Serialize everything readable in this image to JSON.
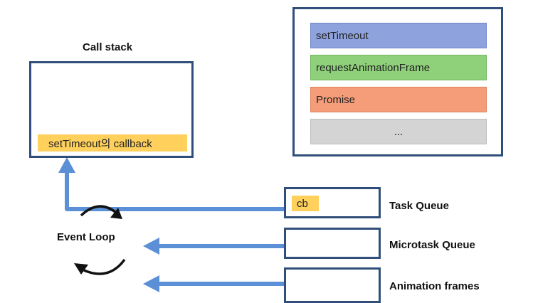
{
  "web_apis": {
    "items": [
      {
        "label": "setTimeout",
        "color": "#8ea2dd"
      },
      {
        "label": "requestAnimationFrame",
        "color": "#8fd17a"
      },
      {
        "label": "Promise",
        "color": "#f59c79"
      },
      {
        "label": "...",
        "color": "#d4d4d4"
      }
    ]
  },
  "call_stack": {
    "title": "Call stack",
    "item": "setTimeout의 callback"
  },
  "queues": {
    "task": {
      "label": "Task Queue",
      "item": "cb"
    },
    "microtask": {
      "label": "Microtask Queue"
    },
    "animation": {
      "label": "Animation frames"
    }
  },
  "event_loop": {
    "label": "Event Loop"
  },
  "colors": {
    "arrow": "#5b8fd6",
    "border": "#2f4f7a",
    "callback": "#ffd05c"
  }
}
